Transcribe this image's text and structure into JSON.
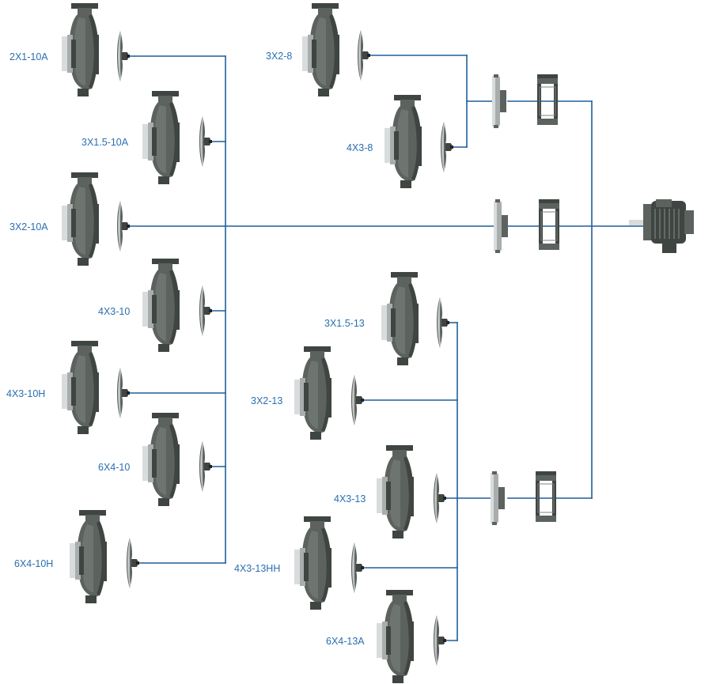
{
  "colors": {
    "line": "#1f5f9c",
    "label": "#2a6fb0",
    "casing_dark": "#3f4541",
    "casing_mid": "#5c625e",
    "casing_light": "#7d837f",
    "metal_light": "#d9dcdc",
    "metal_mid": "#a9adad"
  },
  "icons": {
    "pump_casing": "pump-casing-icon",
    "impeller": "impeller-icon",
    "adapter": "bearing-adapter-icon",
    "frame": "power-frame-icon",
    "motor": "motor-icon"
  },
  "pumps": [
    {
      "id": "2x1-10a",
      "label": "2X1-10A"
    },
    {
      "id": "3x1-5-10a",
      "label": "3X1.5-10A"
    },
    {
      "id": "3x2-10a",
      "label": "3X2-10A"
    },
    {
      "id": "4x3-10",
      "label": "4X3-10"
    },
    {
      "id": "4x3-10h",
      "label": "4X3-10H"
    },
    {
      "id": "6x4-10",
      "label": "6X4-10"
    },
    {
      "id": "6x4-10h",
      "label": "6X4-10H"
    },
    {
      "id": "3x2-8",
      "label": "3X2-8"
    },
    {
      "id": "4x3-8",
      "label": "4X3-8"
    },
    {
      "id": "3x1-5-13",
      "label": "3X1.5-13"
    },
    {
      "id": "3x2-13",
      "label": "3X2-13"
    },
    {
      "id": "4x3-13",
      "label": "4X3-13"
    },
    {
      "id": "4x3-13hh",
      "label": "4X3-13HH"
    },
    {
      "id": "6x4-13a",
      "label": "6X4-13A"
    }
  ],
  "power_groups": [
    {
      "id": "group-8"
    },
    {
      "id": "group-10"
    },
    {
      "id": "group-13"
    }
  ]
}
